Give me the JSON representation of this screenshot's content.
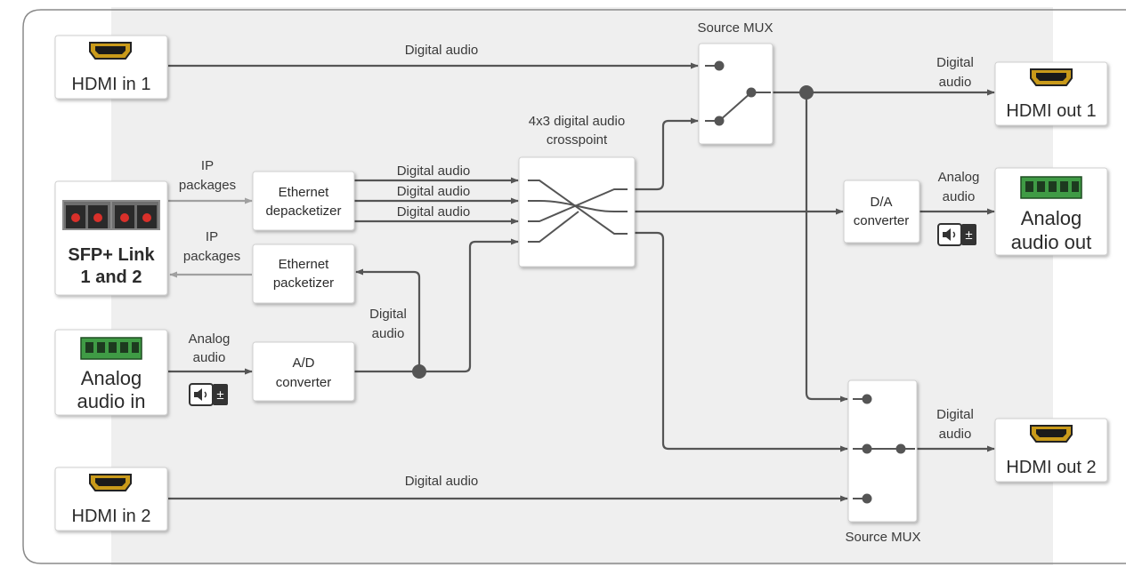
{
  "diagram": {
    "labels": {
      "source_mux_top": "Source MUX",
      "source_mux_bottom": "Source MUX",
      "crosspoint": [
        "4x3 digital audio",
        "crosspoint"
      ],
      "digital_audio": "Digital audio",
      "digital": "Digital",
      "audio": "audio",
      "analog": "Analog",
      "ip": "IP",
      "packages": "packages"
    },
    "ports": {
      "hdmi_in_1": "HDMI in 1",
      "hdmi_in_2": "HDMI in 2",
      "hdmi_out_1": "HDMI out 1",
      "hdmi_out_2": "HDMI out 2",
      "sfp": [
        "SFP+ Link",
        "1 and 2"
      ],
      "analog_in": [
        "Analog",
        "audio in"
      ],
      "analog_out": [
        "Analog",
        "audio out"
      ]
    },
    "blocks": {
      "eth_depacketizer": [
        "Ethernet",
        "depacketizer"
      ],
      "eth_packetizer": [
        "Ethernet",
        "packetizer"
      ],
      "ad_converter": [
        "A/D",
        "converter"
      ],
      "da_converter": [
        "D/A",
        "converter"
      ]
    },
    "colors": {
      "line": "#555555",
      "ip_line": "#a0a0a0",
      "panel": "#efefef",
      "box": "#ffffff",
      "hdmi_gold": "#c99a1a",
      "terminal_green": "#3f9b45"
    },
    "icons": [
      "hdmi-connector-icon",
      "sfp-cage-icon",
      "terminal-block-icon",
      "volume-adjust-icon"
    ]
  }
}
